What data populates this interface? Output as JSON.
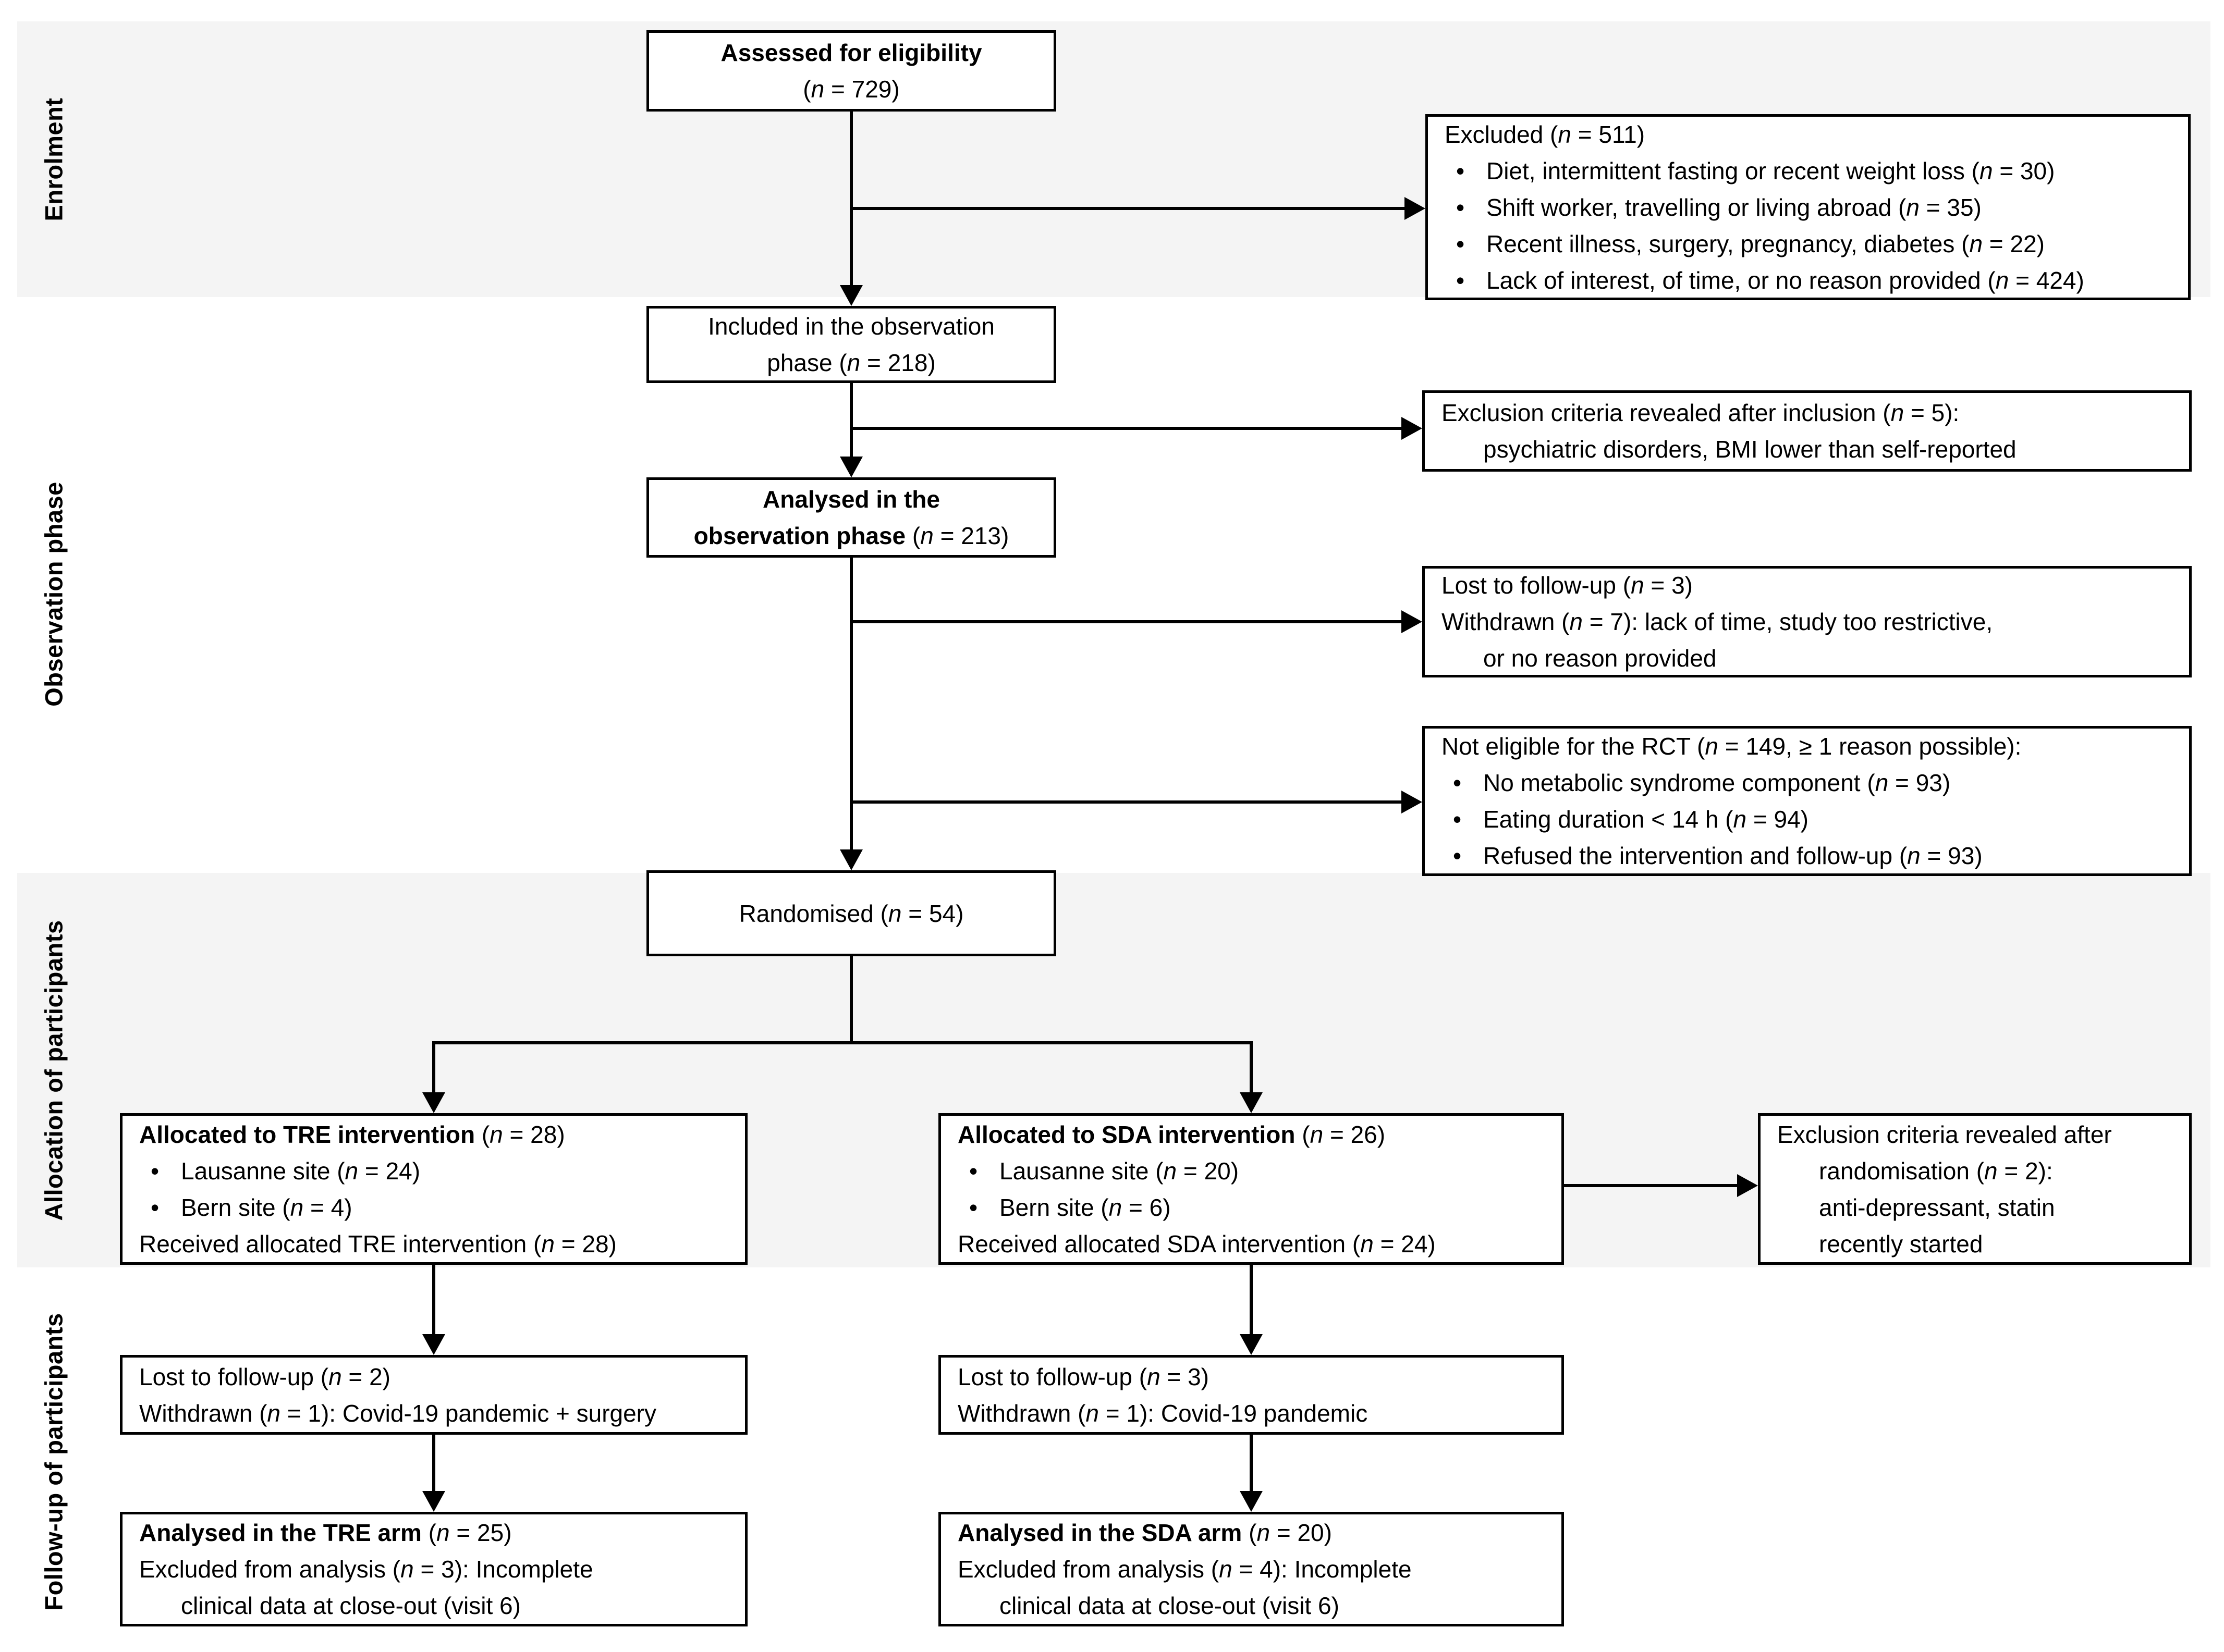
{
  "figure": {
    "type": "consort-flow-diagram",
    "bullet": "•",
    "colors": {
      "band": "#f4f4f4",
      "line": "#000000",
      "box_background": "#ffffff",
      "text": "#000000"
    },
    "phases": {
      "enrolment": "Enrolment",
      "observation": "Observation phase",
      "allocation": "Allocation of participants",
      "followup": "Follow-up of participants"
    },
    "boxes": {
      "assessed": {
        "l1": {
          "b": "Assessed for eligibility"
        },
        "l2": {
          "r": "(n = 729)"
        }
      },
      "excluded": {
        "l1": {
          "r": "Excluded (n = 511)"
        },
        "i1": {
          "r": "Diet, intermittent fasting or recent weight loss (n = 30)"
        },
        "i2": {
          "r": "Shift worker, travelling or living abroad (n = 35)"
        },
        "i3": {
          "r": "Recent illness, surgery, pregnancy, diabetes (n = 22)"
        },
        "i4": {
          "r": "Lack of interest, of time, or no reason provided (n = 424)"
        }
      },
      "included": {
        "l1": {
          "r": "Included in the observation"
        },
        "l2": {
          "r": "phase (n = 218)"
        }
      },
      "exclusionAfterInclusion": {
        "l1": {
          "r": "Exclusion criteria revealed after inclusion (n = 5):"
        },
        "l2": {
          "r": "psychiatric disorders, BMI lower than self-reported"
        }
      },
      "analysedObservation": {
        "l1": {
          "b": "Analysed in the"
        },
        "l2": {
          "b": "observation phase",
          "r": " (n = 213)"
        }
      },
      "lostObservation": {
        "l1": {
          "r": "Lost to follow-up (n = 3)"
        },
        "l2": {
          "r": "Withdrawn (n = 7): lack of time, study too restrictive,"
        },
        "l3": {
          "r": "or no reason provided"
        }
      },
      "notEligible": {
        "l1": {
          "r": "Not eligible for the RCT (n = 149, ≥ 1 reason possible):"
        },
        "i1": {
          "r": "No metabolic syndrome component (n = 93)"
        },
        "i2": {
          "r": "Eating duration < 14 h (n = 94)"
        },
        "i3": {
          "r": "Refused the intervention and follow-up (n = 93)"
        }
      },
      "randomised": {
        "l1": {
          "r": "Randomised (n = 54)"
        }
      },
      "treAllocated": {
        "l1": {
          "b": "Allocated to TRE intervention",
          "r": " (n = 28)"
        },
        "i1": {
          "r": "Lausanne site (n = 24)"
        },
        "i2": {
          "r": "Bern site (n = 4)"
        },
        "l2": {
          "r": "Received allocated TRE intervention (n = 28)"
        }
      },
      "sdaAllocated": {
        "l1": {
          "b": "Allocated to SDA intervention",
          "r": " (n = 26)"
        },
        "i1": {
          "r": "Lausanne site (n = 20)"
        },
        "i2": {
          "r": "Bern site (n = 6)"
        },
        "l2": {
          "r": "Received allocated SDA intervention (n = 24)"
        }
      },
      "exclusionAfterRandomisation": {
        "l1": {
          "r": "Exclusion criteria revealed after"
        },
        "l2": {
          "r": "randomisation (n = 2):"
        },
        "l3": {
          "r": "anti-depressant, statin"
        },
        "l4": {
          "r": "recently started"
        }
      },
      "treFollowup": {
        "l1": {
          "r": "Lost to follow-up (n = 2)"
        },
        "l2": {
          "r": "Withdrawn (n = 1): Covid-19 pandemic + surgery"
        }
      },
      "sdaFollowup": {
        "l1": {
          "r": "Lost to follow-up (n = 3)"
        },
        "l2": {
          "r": "Withdrawn (n = 1): Covid-19 pandemic"
        }
      },
      "treAnalysed": {
        "l1": {
          "b": "Analysed in the TRE arm",
          "r": " (n = 25)"
        },
        "l2": {
          "r": "Excluded from analysis (n = 3): Incomplete"
        },
        "l3": {
          "r": "clinical data at close-out (visit 6)"
        }
      },
      "sdaAnalysed": {
        "l1": {
          "b": "Analysed in the SDA arm",
          "r": " (n = 20)"
        },
        "l2": {
          "r": "Excluded from analysis (n = 4): Incomplete"
        },
        "l3": {
          "r": "clinical data at close-out (visit 6)"
        }
      }
    }
  }
}
